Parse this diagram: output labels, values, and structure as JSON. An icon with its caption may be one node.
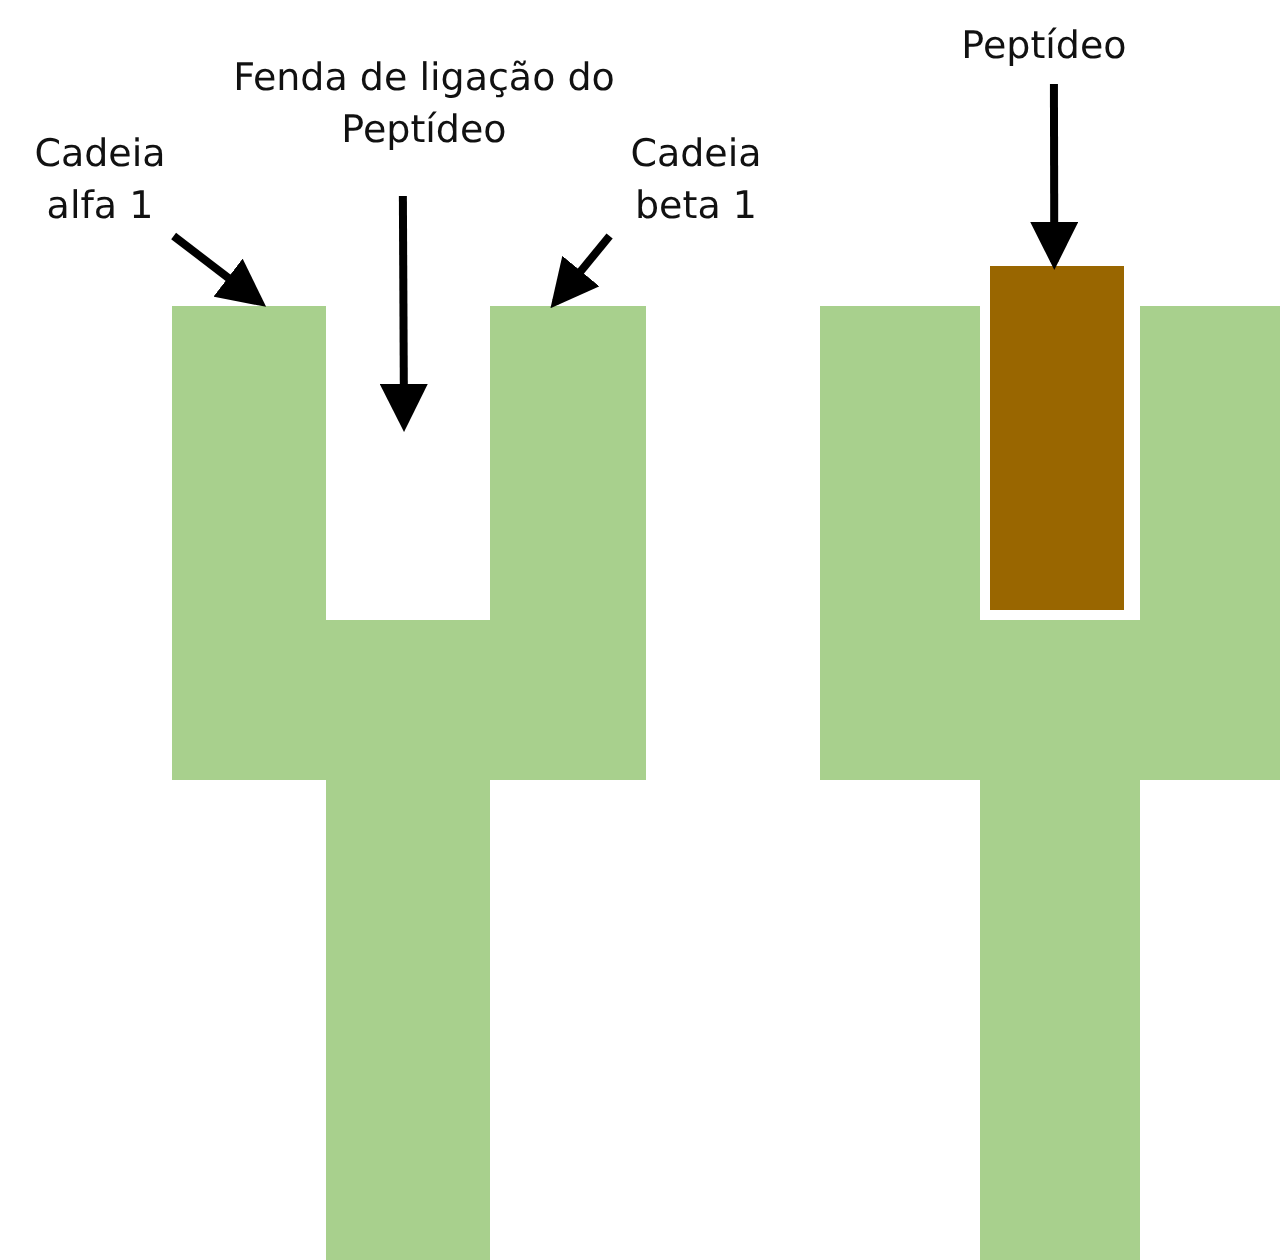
{
  "diagram": {
    "nodes": [
      {
        "text": [
          "Cadeia alfa 1"
        ]
      },
      {
        "text": [
          "Fenda de ligação do Peptídeo"
        ]
      },
      {
        "text": [
          "Cadeia beta 1"
        ]
      },
      {
        "text": [
          "Peptídeo"
        ]
      },
      {
        "text": [],
        "shape": "box"
      },
      {
        "text": [],
        "shape": "box"
      },
      {
        "text": [],
        "shape": "box"
      }
    ],
    "edges": [
      {
        "from": 0,
        "to": 4,
        "arrow": "to"
      },
      {
        "from": 1,
        "to": null,
        "arrow": "to"
      },
      {
        "from": 2,
        "to": 5,
        "arrow": "to"
      },
      {
        "from": 3,
        "to": 6,
        "arrow": "to"
      }
    ]
  }
}
